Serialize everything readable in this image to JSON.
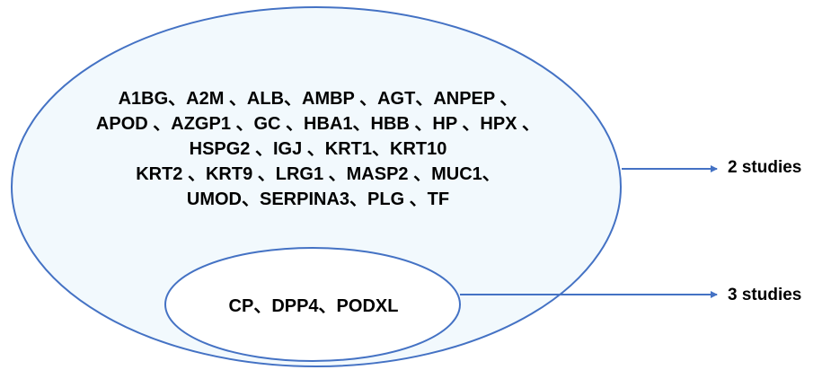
{
  "colors": {
    "ellipse_fill": "#f2f9fd",
    "ellipse_stroke": "#4472c4",
    "arrow": "#4472c4",
    "text": "#000000"
  },
  "outer_group": {
    "gene_lines": [
      "A1BG、A2M 、ALB、AMBP 、AGT、ANPEP 、",
      "APOD 、AZGP1 、GC 、HBA1、HBB 、HP 、HPX 、",
      "HSPG2 、IGJ 、KRT1、KRT10",
      "KRT2 、KRT9 、LRG1 、MASP2 、MUC1、",
      "UMOD、SERPINA3、PLG 、TF"
    ],
    "label": "2 studies"
  },
  "inner_group": {
    "genes": "CP、DPP4、PODXL",
    "label": "3 studies"
  }
}
